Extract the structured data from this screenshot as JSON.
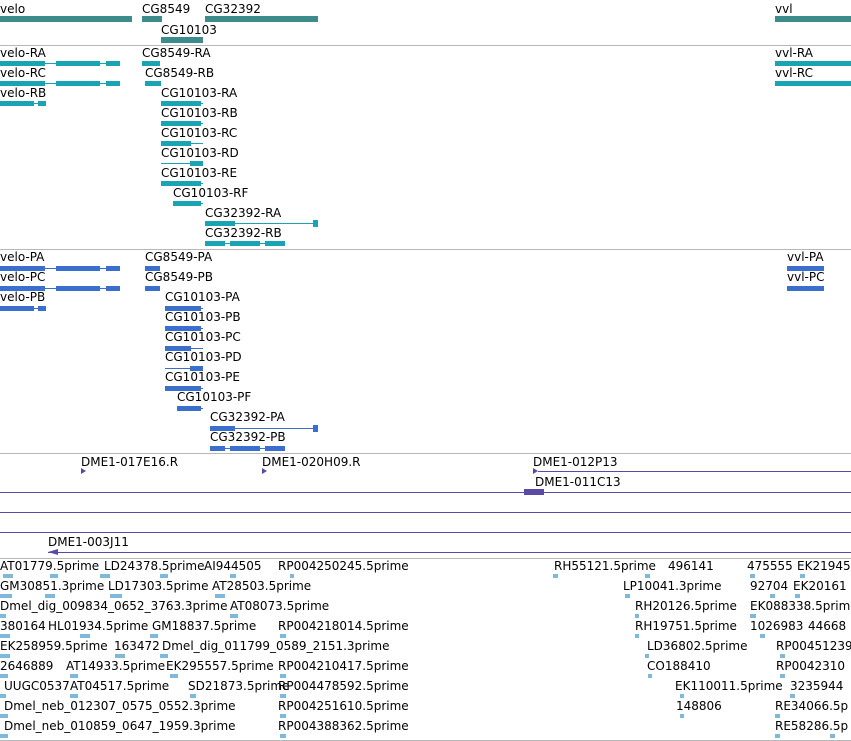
{
  "tracks": {
    "genes": [
      "velo",
      "CG8549",
      "CG32392",
      "CG10103",
      "vvl"
    ],
    "transcripts": [
      "velo-RA",
      "CG8549-RA",
      "vvl-RA",
      "velo-RC",
      "CG8549-RB",
      "vvl-RC",
      "velo-RB",
      "CG10103-RA",
      "CG10103-RB",
      "CG10103-RC",
      "CG10103-RD",
      "CG10103-RE",
      "CG10103-RF",
      "CG32392-RA",
      "CG32392-RB"
    ],
    "proteins": [
      "velo-PA",
      "CG8549-PA",
      "vvl-PA",
      "velo-PC",
      "CG8549-PB",
      "vvl-PC",
      "velo-PB",
      "CG10103-PA",
      "CG10103-PB",
      "CG10103-PC",
      "CG10103-PD",
      "CG10103-PE",
      "CG10103-PF",
      "CG32392-PA",
      "CG32392-PB"
    ],
    "clones": [
      "DME1-017E16.R",
      "DME1-020H09.R",
      "DME1-012P13",
      "DME1-011C13",
      "DME1-003J11"
    ],
    "ests": [
      "AT01779.5prime",
      "LD24378.5prime",
      "AI944505",
      "RP004250245.5prime",
      "RH55121.5prime",
      "496141",
      "475555",
      "EK21945",
      "GM30851.3prime",
      "LD17303.5prime",
      "AT28503.5prime",
      "LP10041.3prime",
      "92704",
      "EK20161",
      "Dmel_dig_009834_0652_3763.3prime",
      "AT08073.5prime",
      "RH20126.5prime",
      "EK088338.5prime",
      "380164",
      "HL01934.5prime",
      "GM18837.5prime",
      "RP004218014.5prime",
      "RH19751.5prime",
      "1026983",
      "44668",
      "EK258959.5prime",
      "163472",
      "Dmel_dig_011799_0589_2151.3prime",
      "LD36802.5prime",
      "RP00451239",
      "2646889",
      "AT14933.5prime",
      "EK295557.5prime",
      "RP004210417.5prime",
      "CO188410",
      "RP0042310",
      "UUGC0537",
      "AT04517.5prime",
      "SD21873.5prime",
      "RP004478592.5prime",
      "EK110011.5prime",
      "3235944",
      "Dmel_neb_012307_0575_0552.3prime",
      "RP004251610.5prime",
      "148806",
      "RE34066.5p",
      "Dmel_neb_010859_0647_1959.3prime",
      "RP004388362.5prime",
      "RE58286.5p"
    ]
  }
}
